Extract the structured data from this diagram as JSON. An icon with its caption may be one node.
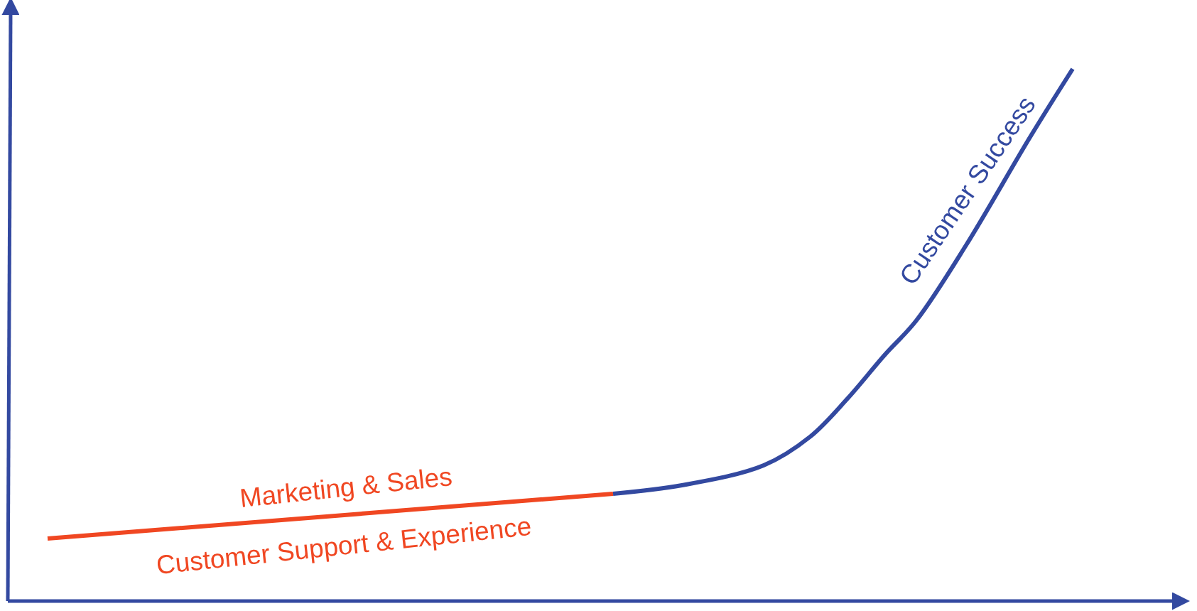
{
  "diagram": {
    "labels": [
      "Marketing & Sales",
      "Customer Support & Experience",
      "Customer Success"
    ]
  }
}
